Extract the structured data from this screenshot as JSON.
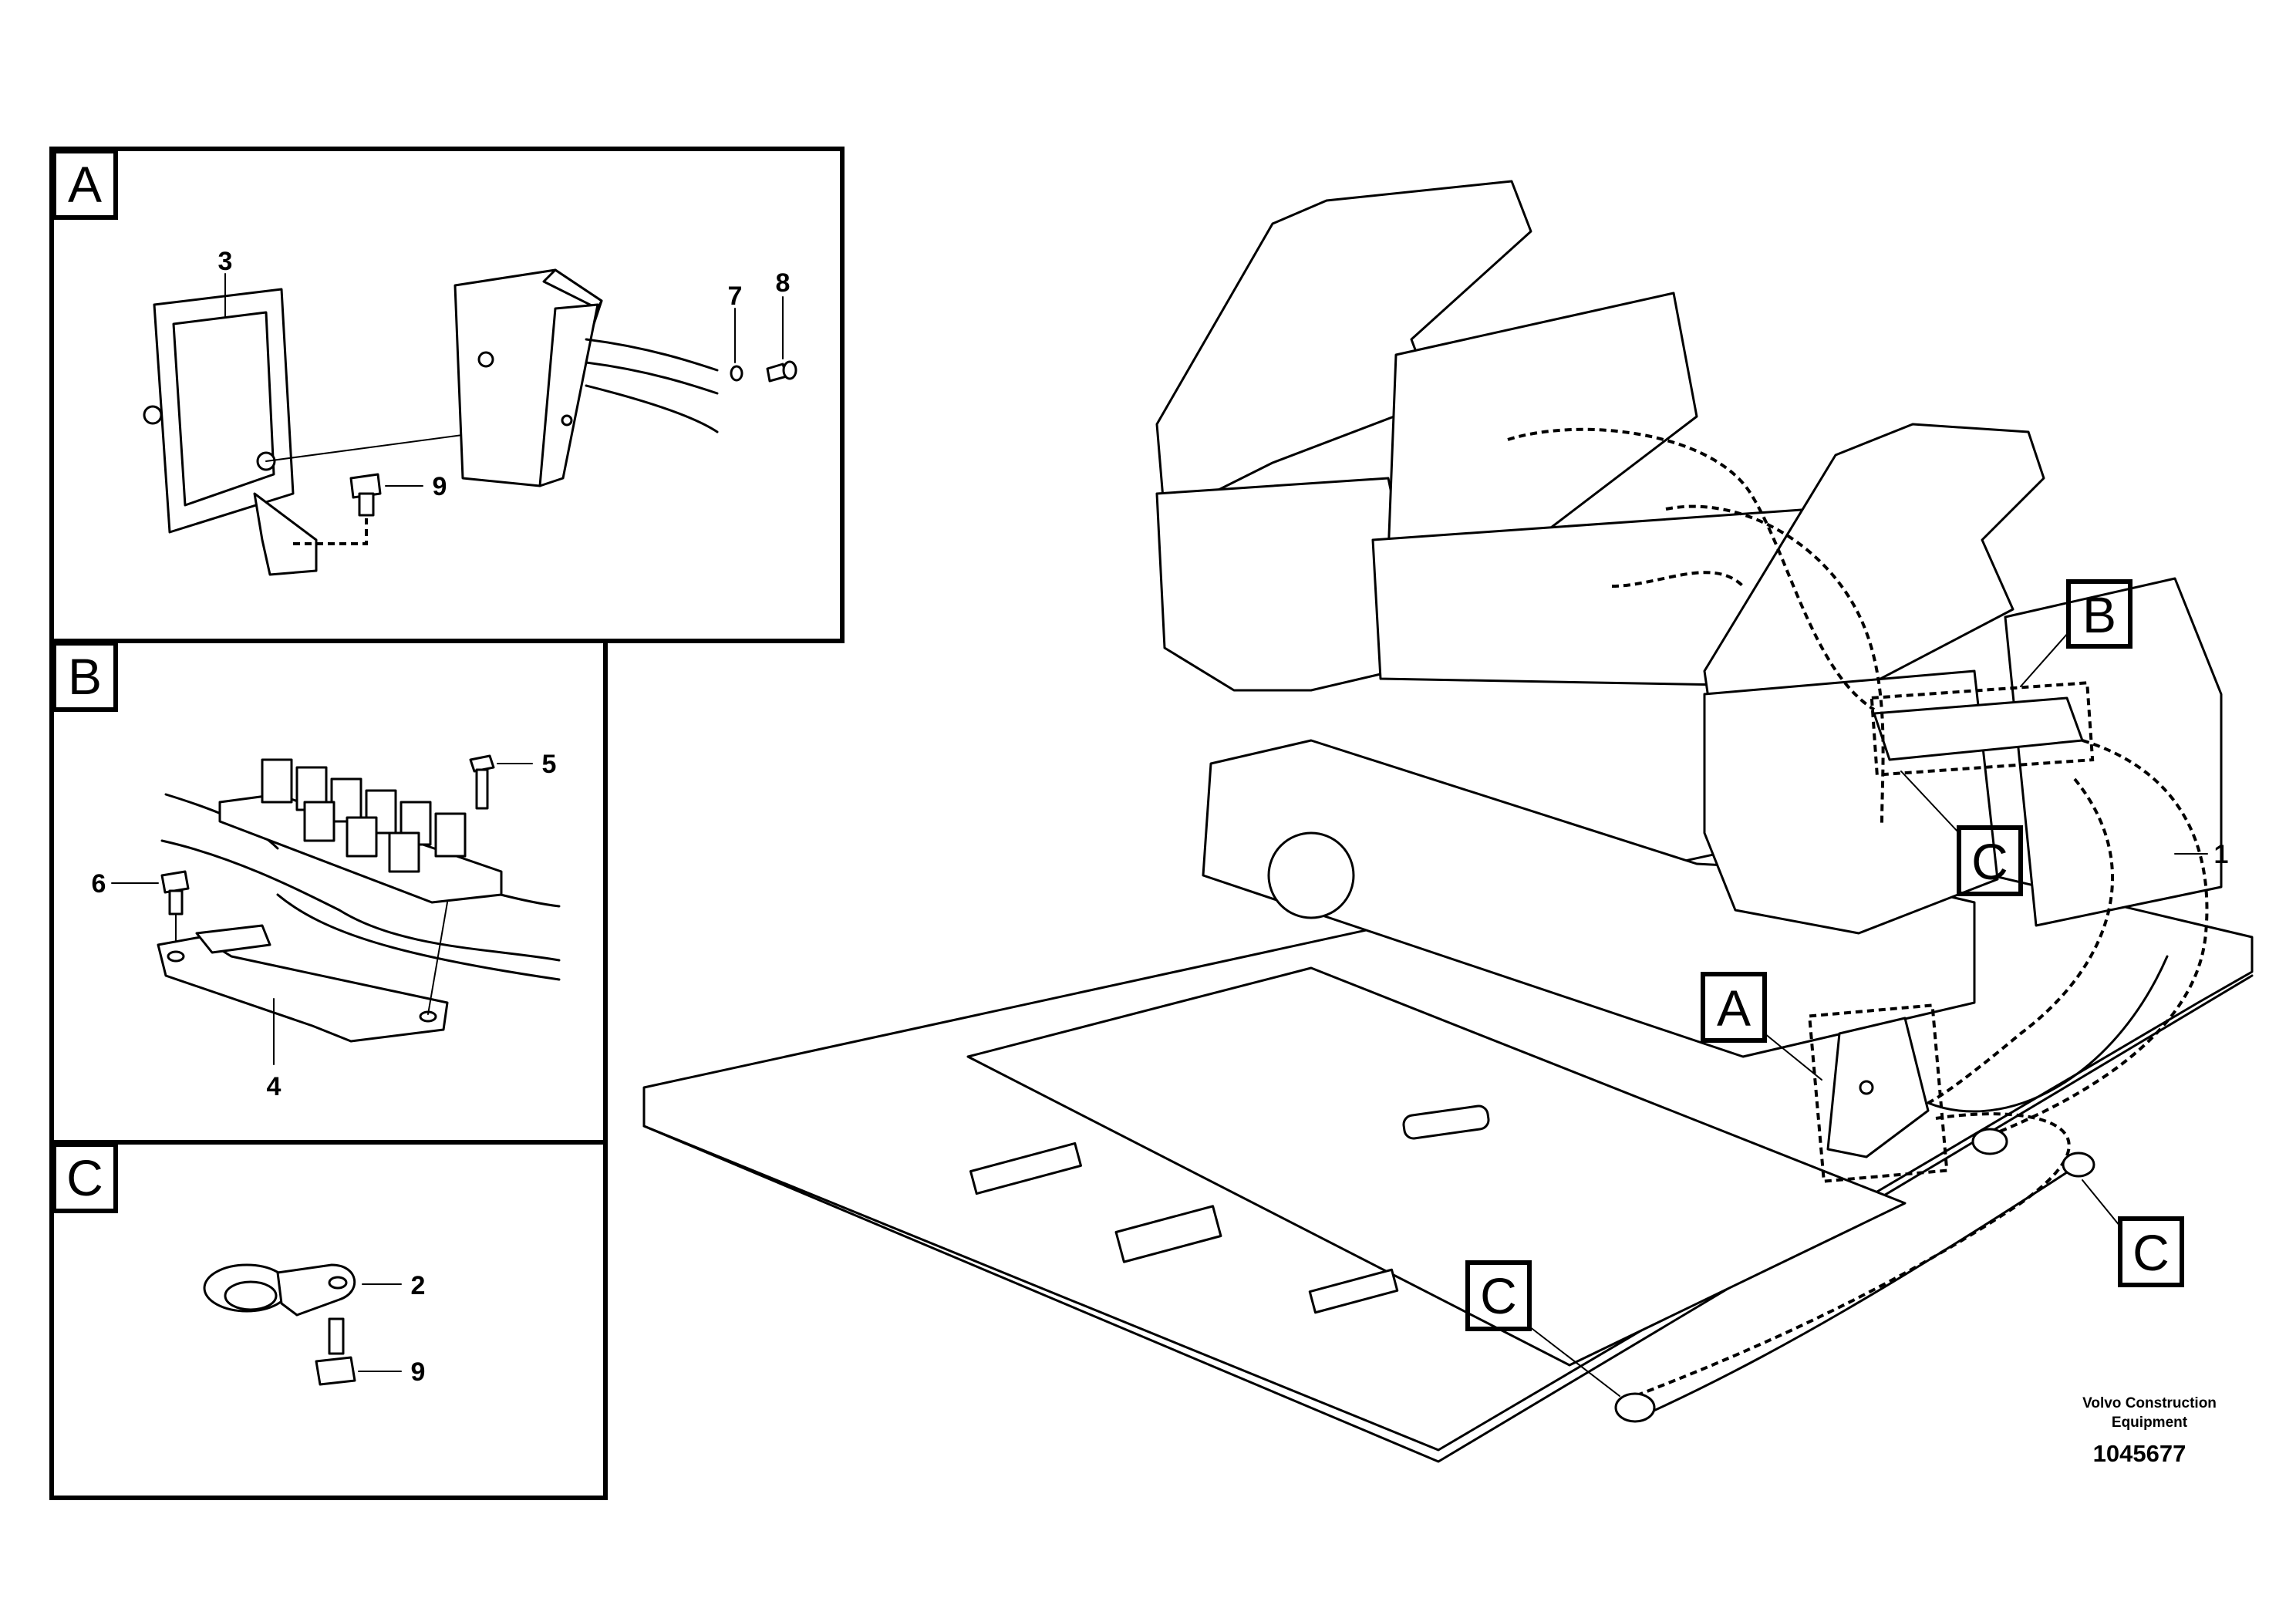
{
  "panels": {
    "a": {
      "label": "A",
      "callouts": [
        "3",
        "7",
        "8",
        "9"
      ]
    },
    "b": {
      "label": "B",
      "callouts": [
        "5",
        "6",
        "4"
      ]
    },
    "c": {
      "label": "C",
      "callouts": [
        "2",
        "9"
      ]
    }
  },
  "main": {
    "tags": [
      "B",
      "C",
      "A",
      "C",
      "C"
    ],
    "callouts": [
      "1"
    ]
  },
  "footer": {
    "brand_line1": "Volvo Construction",
    "brand_line2": "Equipment",
    "part_number": "1045677"
  }
}
